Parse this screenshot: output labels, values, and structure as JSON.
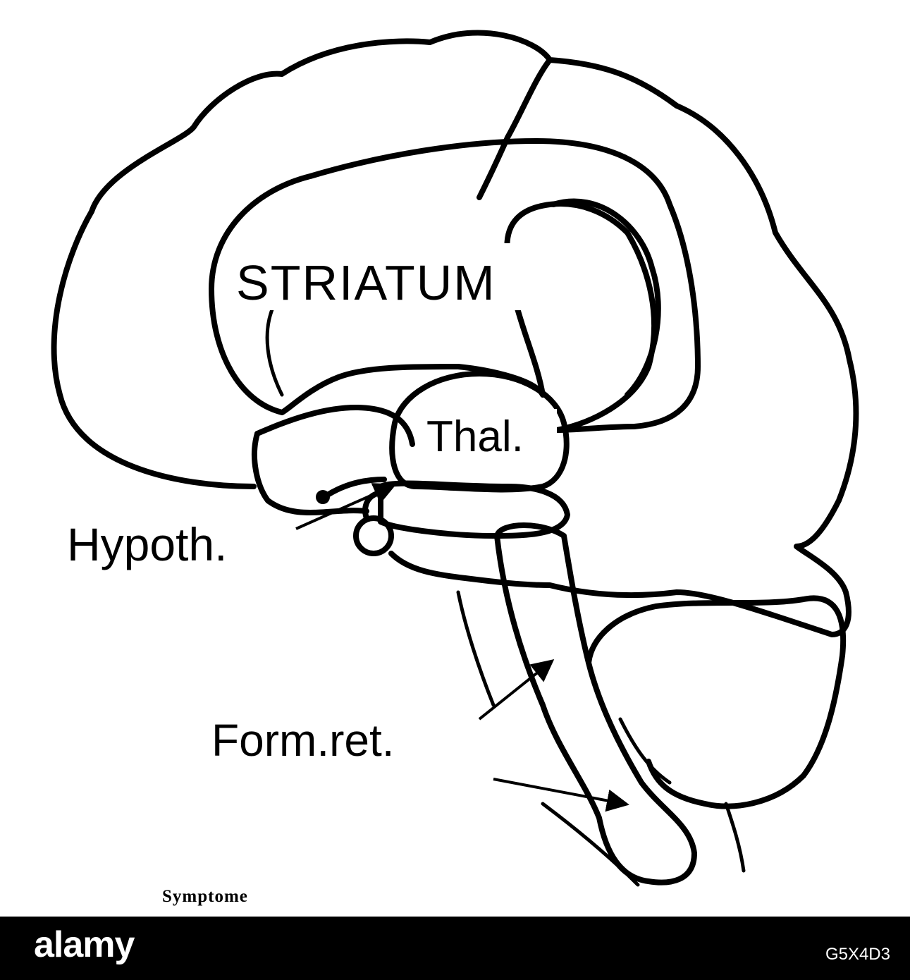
{
  "diagram": {
    "labels": {
      "striatum": "STRIATUM",
      "thalamus": "Thal.",
      "hypothalamus": "Hypoth.",
      "formatio_reticularis": "Form.ret."
    },
    "caption": "Symptome"
  },
  "watermark": {
    "brand": "alamy",
    "image_ref": "G5X4D3"
  },
  "colors": {
    "ink": "#000000",
    "paper": "#ffffff"
  }
}
